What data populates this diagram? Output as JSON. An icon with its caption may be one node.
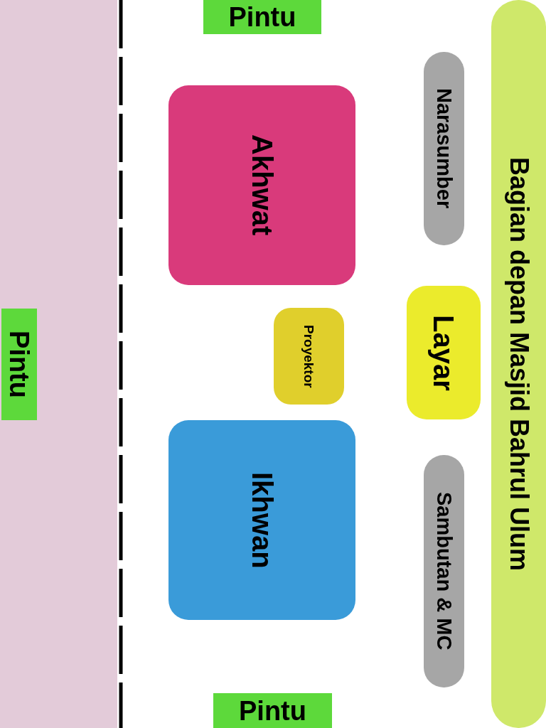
{
  "diagram": {
    "nodes": [
      {
        "text": [],
        "shape": "box"
      },
      {
        "text": [
          "Pintu"
        ],
        "in": 0
      },
      {
        "text": [
          "Pintu"
        ]
      },
      {
        "text": [
          "Bagian depan Masjid Bahrul Ulum"
        ]
      },
      {
        "text": [
          "Narasumber"
        ]
      },
      {
        "text": [
          "Akhwat"
        ]
      },
      {
        "text": [
          "Layar"
        ]
      },
      {
        "text": [
          "Proyektor"
        ]
      },
      {
        "text": [
          "Ikhwan"
        ]
      },
      {
        "text": [
          "Sambutan & MC"
        ]
      },
      {
        "text": [
          "Pintu"
        ]
      }
    ]
  }
}
